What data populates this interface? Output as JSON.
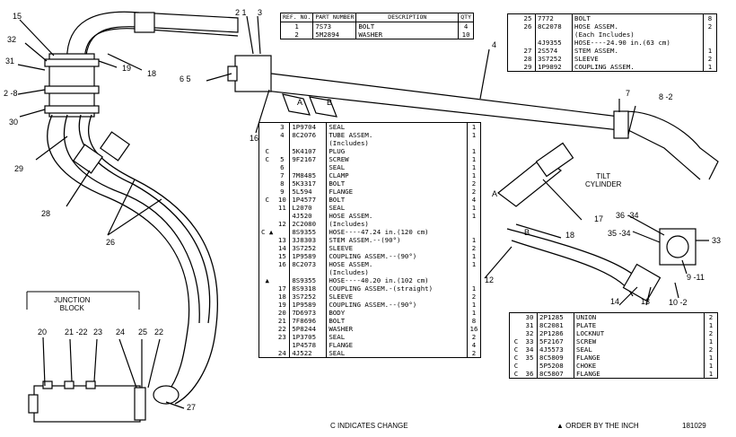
{
  "top_left_table": {
    "headers": [
      "REF. NO.",
      "PART NUMBER",
      "DESCRIPTION",
      "QTY"
    ],
    "rows": [
      {
        "ref": "1",
        "pn": "7S73",
        "desc": "BOLT",
        "qty": "4"
      },
      {
        "ref": "2",
        "pn": "5M2894",
        "desc": "WASHER",
        "qty": "10"
      }
    ]
  },
  "top_right_table": {
    "rows": [
      {
        "c": "",
        "ref": "25",
        "pn": "7772",
        "desc": "BOLT",
        "qty": "8"
      },
      {
        "c": "",
        "ref": "26",
        "pn": "8C2078",
        "desc": "HOSE ASSEM.",
        "qty": "2"
      },
      {
        "c": "",
        "ref": "",
        "pn": "",
        "desc": "(Each Includes)",
        "qty": ""
      },
      {
        "c": "",
        "ref": "",
        "pn": "4J9355",
        "desc": "HOSE----24.90 in.(63 cm)",
        "qty": ""
      },
      {
        "c": "",
        "ref": "27",
        "pn": "2S574",
        "desc": "STEM ASSEM.",
        "qty": "1"
      },
      {
        "c": "",
        "ref": "28",
        "pn": "3S7252",
        "desc": "SLEEVE",
        "qty": "2"
      },
      {
        "c": "",
        "ref": "29",
        "pn": "1P9892",
        "desc": "COUPLING ASSEM.",
        "qty": "1"
      }
    ]
  },
  "center_table": {
    "rows": [
      {
        "c": "",
        "ref": "3",
        "pn": "1P9704",
        "desc": "SEAL",
        "qty": "1"
      },
      {
        "c": "",
        "ref": "4",
        "pn": "8C2076",
        "desc": "TUBE ASSEM.",
        "qty": "1"
      },
      {
        "c": "",
        "ref": "",
        "pn": "",
        "desc": "(Includes)",
        "qty": ""
      },
      {
        "c": "C",
        "ref": "",
        "pn": "5K4107",
        "desc": "PLUG",
        "qty": "1"
      },
      {
        "c": "C",
        "ref": "5",
        "pn": "9F2167",
        "desc": "SCREW",
        "qty": "1"
      },
      {
        "c": "",
        "ref": "6",
        "pn": "",
        "desc": "SEAL",
        "qty": "1"
      },
      {
        "c": "",
        "ref": "7",
        "pn": "7M8485",
        "desc": "CLAMP",
        "qty": "1"
      },
      {
        "c": "",
        "ref": "8",
        "pn": "5K3317",
        "desc": "BOLT",
        "qty": "2"
      },
      {
        "c": "",
        "ref": "9",
        "pn": "5L594",
        "desc": "FLANGE",
        "qty": "2"
      },
      {
        "c": "C",
        "ref": "10",
        "pn": "1P4577",
        "desc": "BOLT",
        "qty": "4"
      },
      {
        "c": "",
        "ref": "11",
        "pn": "L2070",
        "desc": "SEAL",
        "qty": "1"
      },
      {
        "c": "",
        "ref": "",
        "pn": "4J520",
        "desc": "HOSE ASSEM.",
        "qty": "1"
      },
      {
        "c": "",
        "ref": "12",
        "pn": "2C2080",
        "desc": "(Includes)",
        "qty": ""
      },
      {
        "c": "C ▲",
        "ref": "",
        "pn": "8S9355",
        "desc": "HOSE----47.24 in.(120 cm)",
        "qty": ""
      },
      {
        "c": "",
        "ref": "13",
        "pn": "3J8303",
        "desc": "STEM ASSEM.--(90°)",
        "qty": "1"
      },
      {
        "c": "",
        "ref": "14",
        "pn": "3S7252",
        "desc": "SLEEVE",
        "qty": "2"
      },
      {
        "c": "",
        "ref": "15",
        "pn": "1P9589",
        "desc": "COUPLING ASSEM.--(90°)",
        "qty": "1"
      },
      {
        "c": "",
        "ref": "16",
        "pn": "8C2073",
        "desc": "HOSE ASSEM.",
        "qty": "1"
      },
      {
        "c": "",
        "ref": "",
        "pn": "",
        "desc": "(Includes)",
        "qty": ""
      },
      {
        "c": "▲",
        "ref": "",
        "pn": "8S9355",
        "desc": "HOSE----40.20 in.(102 cm)",
        "qty": ""
      },
      {
        "c": "",
        "ref": "17",
        "pn": "8S9318",
        "desc": "COUPLING ASSEM.-(straight)",
        "qty": "1"
      },
      {
        "c": "",
        "ref": "18",
        "pn": "3S7252",
        "desc": "SLEEVE",
        "qty": "2"
      },
      {
        "c": "",
        "ref": "19",
        "pn": "1P9589",
        "desc": "COUPLING ASSEM.--(90°)",
        "qty": "1"
      },
      {
        "c": "",
        "ref": "20",
        "pn": "7D6973",
        "desc": "BODY",
        "qty": "1"
      },
      {
        "c": "",
        "ref": "21",
        "pn": "7F8696",
        "desc": "BOLT",
        "qty": "8"
      },
      {
        "c": "",
        "ref": "22",
        "pn": "5P8244",
        "desc": "WASHER",
        "qty": "16"
      },
      {
        "c": "",
        "ref": "23",
        "pn": "1P3705",
        "desc": "SEAL",
        "qty": "2"
      },
      {
        "c": "",
        "ref": "",
        "pn": "1P4578",
        "desc": "FLANGE",
        "qty": "4"
      },
      {
        "c": "",
        "ref": "24",
        "pn": "4J522",
        "desc": "SEAL",
        "qty": "2"
      }
    ],
    "footnote": "C INDICATES CHANGE"
  },
  "bottom_right_table": {
    "rows": [
      {
        "c": "",
        "ref": "30",
        "pn": "2P1285",
        "desc": "UNION",
        "qty": "2"
      },
      {
        "c": "",
        "ref": "31",
        "pn": "8C2081",
        "desc": "PLATE",
        "qty": "1"
      },
      {
        "c": "",
        "ref": "32",
        "pn": "2P1286",
        "desc": "LOCKNUT",
        "qty": "2"
      },
      {
        "c": "C",
        "ref": "33",
        "pn": "5F2167",
        "desc": "SCREW",
        "qty": "1"
      },
      {
        "c": "C",
        "ref": "34",
        "pn": "4J5573",
        "desc": "SEAL",
        "qty": "2"
      },
      {
        "c": "C",
        "ref": "35",
        "pn": "8C5809",
        "desc": "FLANGE",
        "qty": "1"
      },
      {
        "c": "C",
        "ref": "",
        "pn": "5P5208",
        "desc": "CHOKE",
        "qty": "1"
      },
      {
        "c": "C",
        "ref": "36",
        "pn": "8C5807",
        "desc": "FLANGE",
        "qty": "1"
      }
    ],
    "footnote": "▲ ORDER BY THE INCH",
    "figure_no": "181029"
  },
  "labels": {
    "junction_block": "JUNCTION\nBLOCK",
    "tilt_cylinder": "TILT\nCYLINDER"
  },
  "callouts": {
    "c15": "15",
    "c32": "32",
    "c31": "31",
    "c2_8": "2 -8",
    "c30": "30",
    "c29": "29",
    "c28": "28",
    "c26": "26",
    "c19": "19",
    "c18": "18",
    "c2_1": "2 1",
    "c3": "3",
    "c6_5": "6 5",
    "c16": "16",
    "c4": "4",
    "cA": "A",
    "cB": "B",
    "c7": "7",
    "c8_2": "8 -2",
    "c17": "17",
    "c18b": "18",
    "cA2": "A",
    "cB2": "B",
    "c12": "12",
    "c14": "14",
    "c13": "13",
    "c36_34": "36 -34",
    "c35_34": "35 -34",
    "c33": "33",
    "c9_11": "9 -11",
    "c10_2": "10 -2",
    "c20": "20",
    "c21_22": "21 -22",
    "c23": "23",
    "c24": "24",
    "c25": "25",
    "c22": "22",
    "c27": "27"
  }
}
